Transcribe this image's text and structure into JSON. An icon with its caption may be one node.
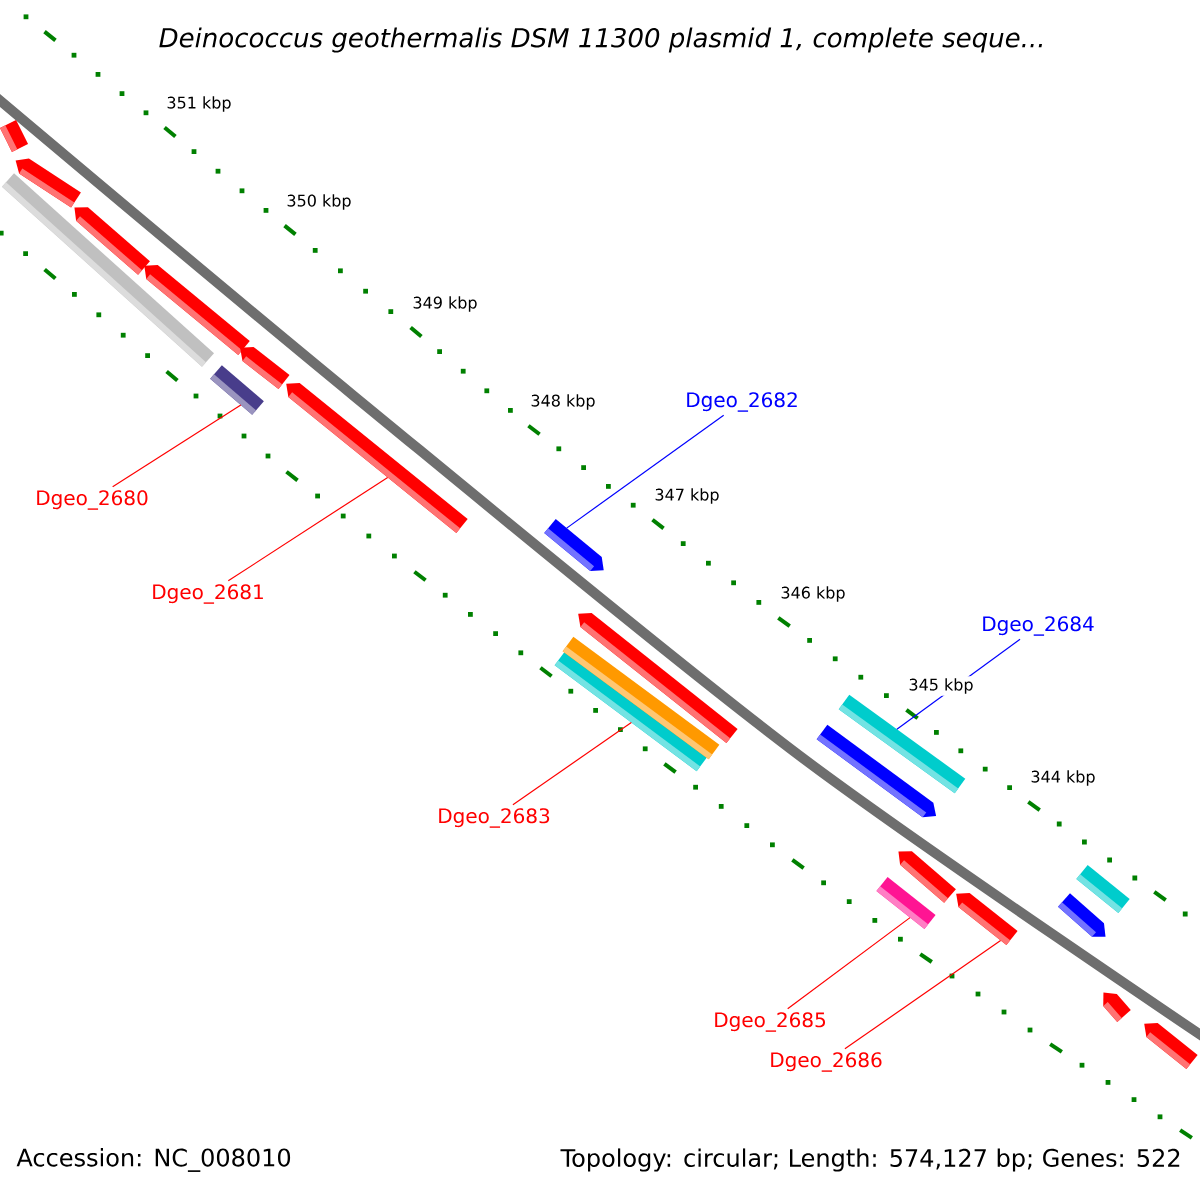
{
  "diagram": {
    "title": "Deinococcus geothermalis DSM 11300 plasmid 1, complete seque...",
    "nodes": [
      {
        "text": [
          "Dgeo_2682"
        ]
      },
      {
        "text": [
          "Dgeo_2680"
        ]
      },
      {
        "text": [
          "Dgeo_2681"
        ]
      },
      {
        "text": [
          "Dgeo_2684"
        ]
      },
      {
        "text": [
          "Dgeo_2683"
        ]
      },
      {
        "text": [
          "Dgeo_2685"
        ]
      },
      {
        "text": [
          "Dgeo_2686"
        ]
      },
      {
        "text": [],
        "shape": "bar"
      },
      {
        "text": [],
        "shape": "bar"
      },
      {
        "text": [],
        "shape": "bar"
      },
      {
        "text": [],
        "shape": "bar"
      },
      {
        "text": [],
        "shape": "bar"
      },
      {
        "text": [],
        "shape": "bar"
      },
      {
        "text": [],
        "shape": "bar"
      },
      {
        "text": [],
        "shape": "bar"
      },
      {
        "text": [],
        "shape": "bar"
      },
      {
        "text": [],
        "shape": "bar"
      },
      {
        "text": [],
        "shape": "bar"
      },
      {
        "text": [],
        "shape": "bar"
      },
      {
        "text": [],
        "shape": "bar"
      },
      {
        "text": [],
        "shape": "bar"
      },
      {
        "text": [],
        "shape": "bar"
      },
      {
        "text": [],
        "shape": "bar"
      },
      {
        "text": [],
        "shape": "bar"
      },
      {
        "text": [],
        "shape": "bar"
      },
      {
        "text": [],
        "shape": "bar"
      },
      {
        "text": [],
        "shape": "bar"
      },
      {
        "text": [],
        "shape": "bar"
      }
    ],
    "edges": [
      {
        "from": 0,
        "to": 15,
        "arrow": "none",
        "color": "#0000ff"
      },
      {
        "from": 1,
        "to": 12,
        "arrow": "none"
      },
      {
        "from": 2,
        "to": 14,
        "arrow": "none"
      },
      {
        "from": 3,
        "to": 20,
        "arrow": "none",
        "color": "#0000ff"
      },
      {
        "from": 4,
        "to": 16,
        "arrow": "none"
      },
      {
        "from": 5,
        "to": 21,
        "arrow": "none"
      },
      {
        "from": 6,
        "to": 23,
        "arrow": "none"
      }
    ],
    "labels": [
      "351 kbp",
      "350 kbp",
      "349 kbp",
      "348 kbp",
      "347 kbp",
      "346 kbp",
      "345 kbp",
      "344 kbp",
      "Accession: NC_008010",
      "Topology: circular; Length: 574,127 bp; Genes: 522"
    ]
  }
}
